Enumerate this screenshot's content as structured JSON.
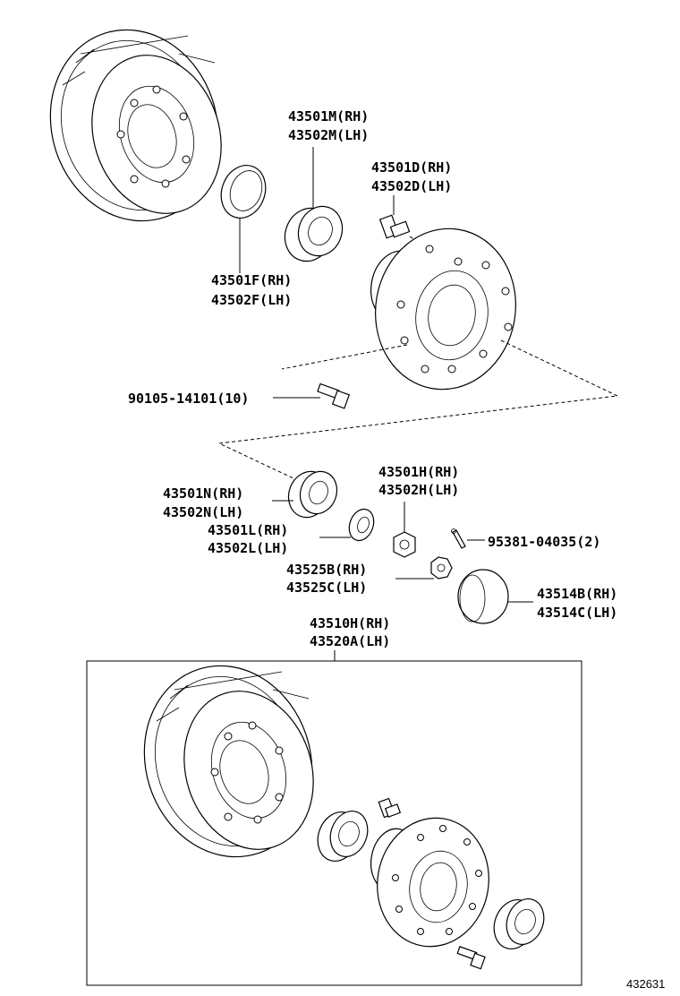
{
  "labels": {
    "p_43501M": "43501M(RH)",
    "p_43502M": "43502M(LH)",
    "p_43501D": "43501D(RH)",
    "p_43502D": "43502D(LH)",
    "p_43501F": "43501F(RH)",
    "p_43502F": "43502F(LH)",
    "p_90105": "90105-14101(10)",
    "p_43501H": "43501H(RH)",
    "p_43502H": "43502H(LH)",
    "p_43501N": "43501N(RH)",
    "p_43502N": "43502N(LH)",
    "p_43501L": "43501L(RH)",
    "p_43502L": "43502L(LH)",
    "p_95381": "95381-04035(2)",
    "p_43525B": "43525B(RH)",
    "p_43525C": "43525C(LH)",
    "p_43514B": "43514B(RH)",
    "p_43514C": "43514C(LH)",
    "p_43510H": "43510H(RH)",
    "p_43520A": "43520A(LH)"
  },
  "diagram_ref": "432631"
}
